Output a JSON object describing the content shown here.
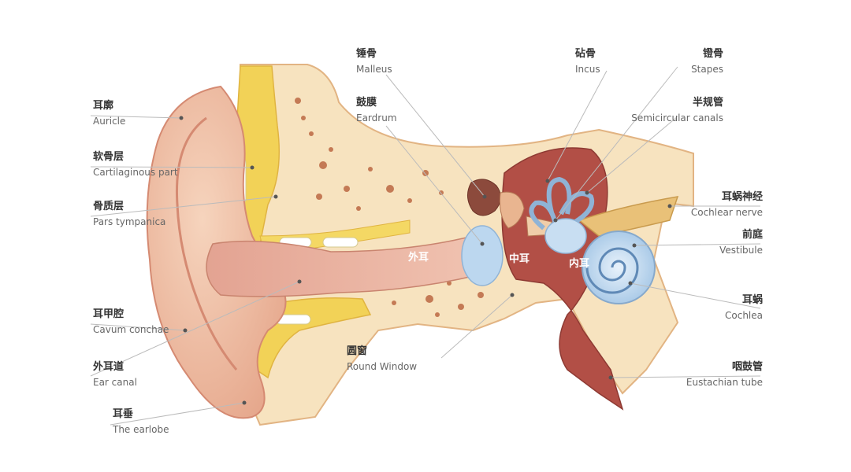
{
  "labels": {
    "auricle": {
      "zh": "耳廓",
      "en": "Auricle"
    },
    "cartilaginous": {
      "zh": "软骨层",
      "en": "Cartilaginous part"
    },
    "tympanica": {
      "zh": "骨质层",
      "en": "Pars tympanica"
    },
    "concha": {
      "zh": "耳甲腔",
      "en": "Cavum conchae"
    },
    "canal": {
      "zh": "外耳道",
      "en": "Ear canal"
    },
    "earlobe": {
      "zh": "耳垂",
      "en": "The earlobe"
    },
    "malleus": {
      "zh": "锤骨",
      "en": "Malleus"
    },
    "eardrum": {
      "zh": "鼓膜",
      "en": "Eardrum"
    },
    "round_window": {
      "zh": "圆窗",
      "en": "Round Window"
    },
    "incus": {
      "zh": "砧骨",
      "en": "Incus"
    },
    "stapes": {
      "zh": "镫骨",
      "en": "Stapes"
    },
    "semicircular": {
      "zh": "半规管",
      "en": "Semicircular canals"
    },
    "cochlear_nerve": {
      "zh": "耳蜗神经",
      "en": "Cochlear nerve"
    },
    "vestibule": {
      "zh": "前庭",
      "en": "Vestibule"
    },
    "cochlea": {
      "zh": "耳蜗",
      "en": "Cochlea"
    },
    "eustachian": {
      "zh": "咽鼓管",
      "en": "Eustachian tube"
    }
  },
  "regions": {
    "outer": "外耳",
    "middle": "中耳",
    "inner": "内耳"
  },
  "colors": {
    "skin": "#f1c3a6",
    "skin_dark": "#d9907a",
    "bone": "#f6e0b6",
    "cartilage": "#f4d65a",
    "cavity": "#b14f47",
    "inner_ear": "#bcd7ef",
    "nerve": "#e9c178"
  }
}
